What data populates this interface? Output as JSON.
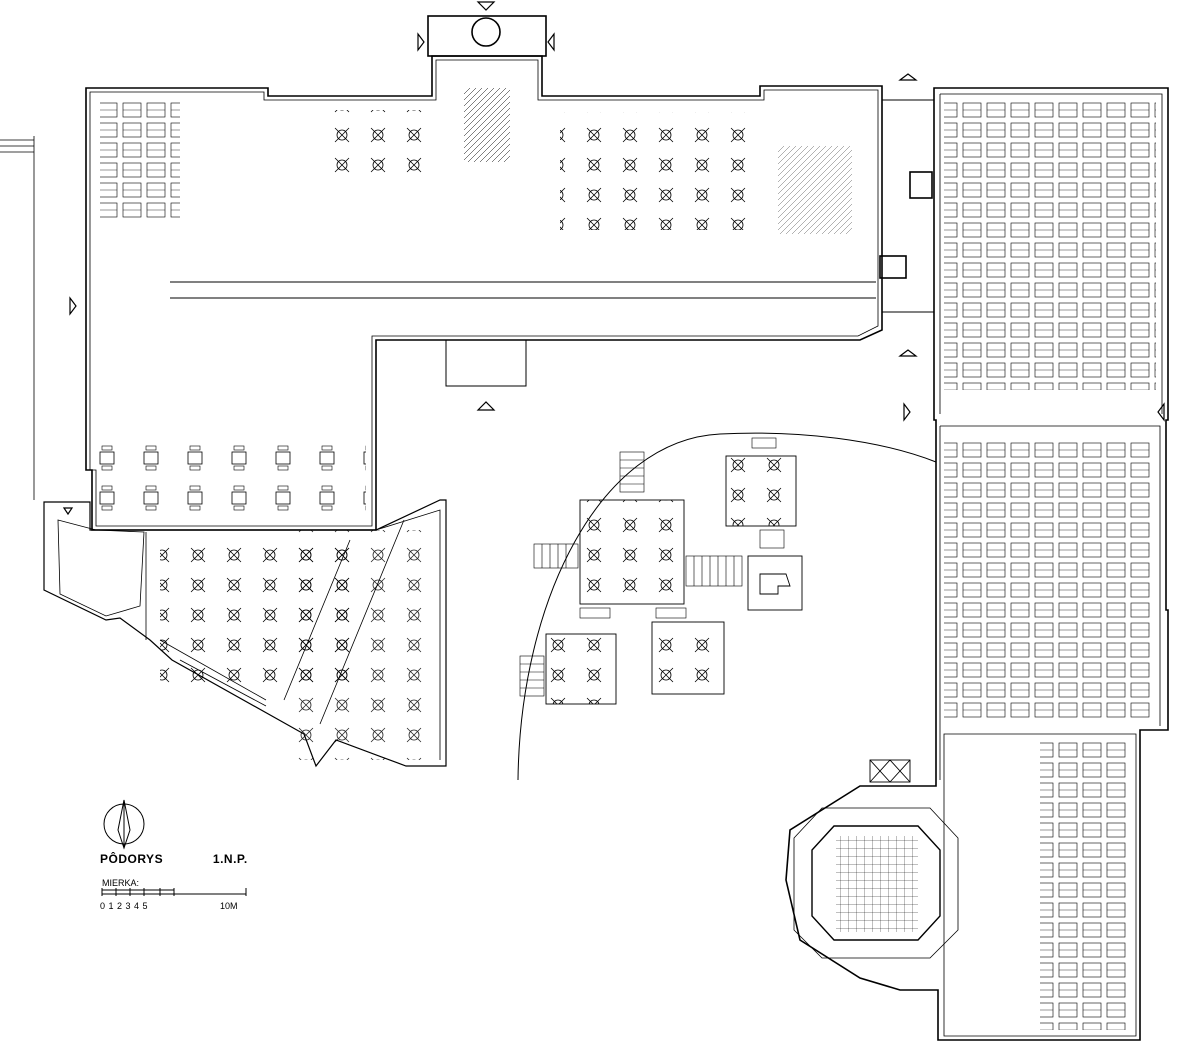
{
  "legend": {
    "title": "PÔDORYS",
    "floor": "1.N.P.",
    "scale_label": "MIERKA:",
    "scale_ticks": "0 1 2 3 4 5",
    "scale_end": "10M"
  },
  "colors": {
    "line": "#000000",
    "background": "#ffffff"
  },
  "icons": {
    "north_arrow": "north-arrow-icon",
    "entrance_marker": "triangle-marker-icon"
  }
}
